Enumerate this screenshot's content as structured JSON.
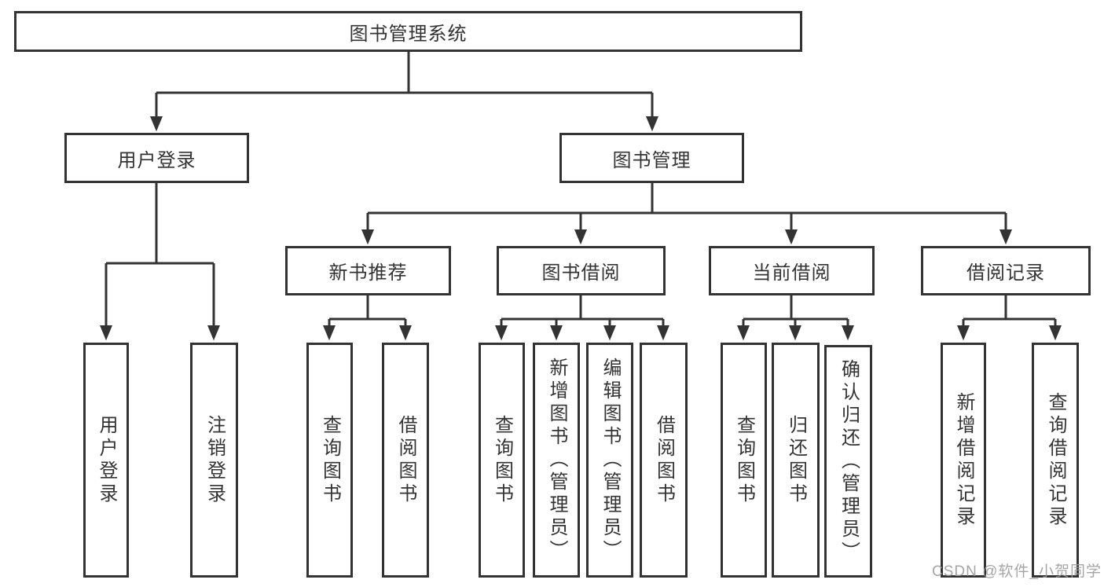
{
  "diagram": {
    "root": {
      "label": "图书管理系统"
    },
    "level2": [
      {
        "id": "user-login",
        "label": "用户登录",
        "parent": "图书管理系统"
      },
      {
        "id": "book-management",
        "label": "图书管理",
        "parent": "图书管理系统"
      }
    ],
    "level3": [
      {
        "id": "new-book-recommendation",
        "label": "新书推荐",
        "parent": "图书管理"
      },
      {
        "id": "book-borrowing",
        "label": "图书借阅",
        "parent": "图书管理"
      },
      {
        "id": "current-borrowing",
        "label": "当前借阅",
        "parent": "图书管理"
      },
      {
        "id": "borrowing-records",
        "label": "借阅记录",
        "parent": "图书管理"
      }
    ],
    "leaves": [
      {
        "label": "用户登录",
        "parent": "用户登录"
      },
      {
        "label": "注销登录",
        "parent": "用户登录"
      },
      {
        "label": "查询图书",
        "parent": "新书推荐"
      },
      {
        "label": "借阅图书",
        "parent": "新书推荐"
      },
      {
        "label": "查询图书",
        "parent": "图书借阅"
      },
      {
        "label": "新增图书（管理员）",
        "parent": "图书借阅"
      },
      {
        "label": "编辑图书（管理员）",
        "parent": "图书借阅"
      },
      {
        "label": "借阅图书",
        "parent": "图书借阅"
      },
      {
        "label": "查询图书",
        "parent": "当前借阅"
      },
      {
        "label": "归还图书",
        "parent": "当前借阅"
      },
      {
        "label": "确认归还（管理员）",
        "parent": "当前借阅"
      },
      {
        "label": "新增借阅记录",
        "parent": "借阅记录"
      },
      {
        "label": "查询借阅记录",
        "parent": "借阅记录"
      }
    ],
    "watermark": "CSDN @软件_小贺同学",
    "colors": {
      "line": "#333333",
      "text": "#333333",
      "box_background": "#ffffff",
      "page_background": "#ffffff",
      "watermark": "#9c9c9c"
    }
  }
}
